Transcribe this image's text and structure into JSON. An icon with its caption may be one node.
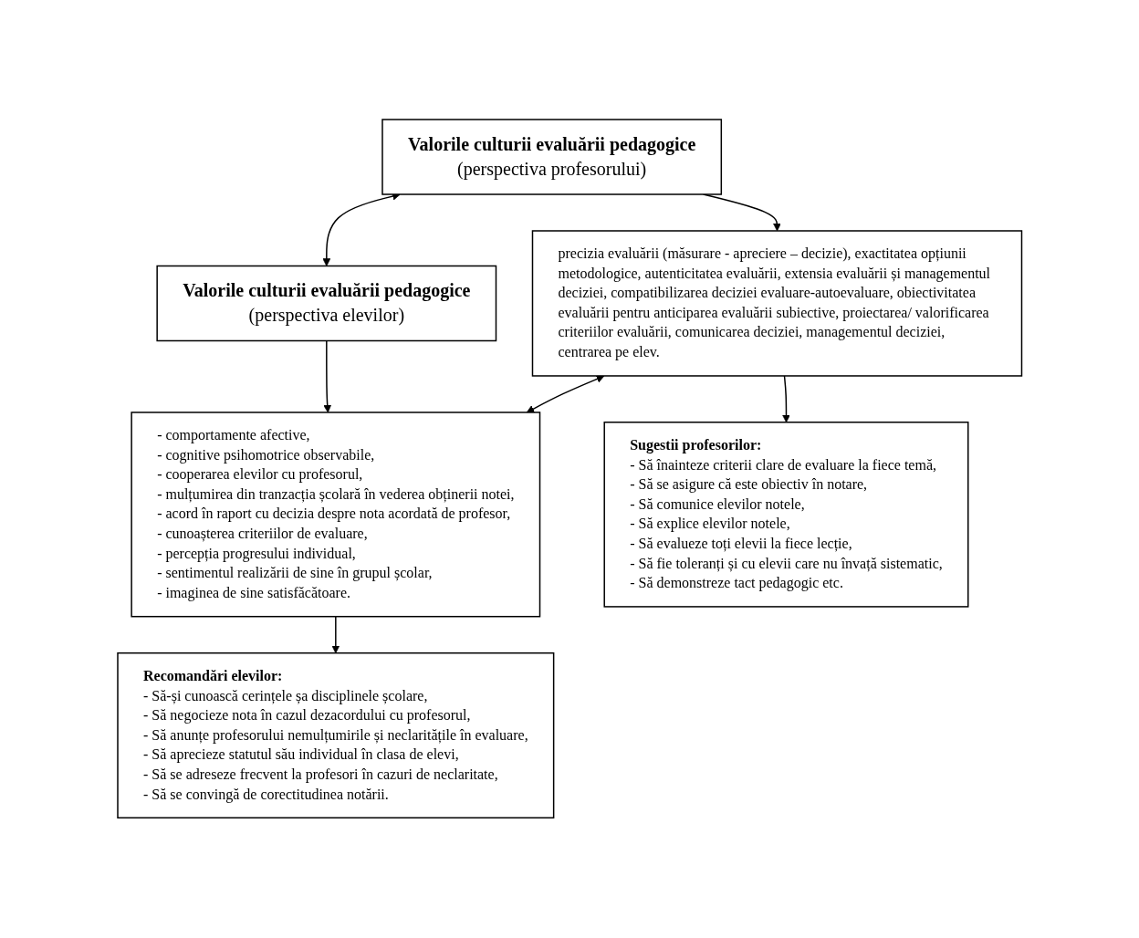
{
  "diagram": {
    "nodes": [
      {
        "text": [
          "Valorile culturii evaluării pedagogice",
          "(perspectiva profesorului)"
        ]
      },
      {
        "text": [
          "Valorile culturii evaluării pedagogice",
          "(perspectiva elevilor)"
        ]
      },
      {
        "text": [
          "precizia evaluării (măsurare - apreciere – decizie), exactitatea opțiunii metodologice, autenticitatea evaluării, extensia evaluării și managementul deciziei, compatibilizarea deciziei evaluare-autoevaluare, obiectivitatea evaluării pentru anticiparea evaluării subiective, proiectarea/ valorificarea criteriilor evaluării, comunicarea deciziei, managementul deciziei, centrarea pe elev."
        ]
      },
      {
        "text": [
          "- comportamente afective,",
          "- cognitive psihomotrice observabile,",
          "- cooperarea elevilor cu profesorul,",
          "- mulțumirea din tranzacția școlară în vederea obținerii notei,",
          "- acord în raport cu decizia despre nota acordată de profesor,",
          "- cunoașterea criteriilor de evaluare,",
          "- percepția progresului individual,",
          "- sentimentul realizării de sine în grupul școlar,",
          "- imaginea de sine satisfăcătoare."
        ]
      },
      {
        "text": [
          "Sugestii profesorilor:",
          "- Să înainteze criterii clare de evaluare la fiece temă,",
          "- Să se asigure că este obiectiv în notare,",
          "- Să comunice elevilor notele,",
          "- Să explice elevilor notele,",
          "- Să evalueze toți elevii la fiece lecție,",
          "- Să fie toleranți și cu elevii care nu învață sistematic,",
          "- Să demonstreze tact pedagogic etc."
        ]
      },
      {
        "text": [
          "Recomandări elevilor:",
          "- Să-și cunoască cerințele șa disciplinele școlare,",
          "- Să negocieze nota în cazul dezacordului cu profesorul,",
          "- Să anunțe profesorului nemulțumirile și neclaritățile în evaluare,",
          "- Să aprecieze statutul său individual în clasa de elevi,",
          "- Să se adreseze frecvent la profesori în cazuri de neclaritate,",
          "- Să se convingă de corectitudinea notării."
        ]
      }
    ],
    "edges": [
      {
        "from": 0,
        "to": 1,
        "arrow": "both"
      },
      {
        "from": 0,
        "to": 2,
        "arrow": "to"
      },
      {
        "from": 1,
        "to": 3,
        "arrow": "to"
      },
      {
        "from": 2,
        "to": 3,
        "arrow": "both"
      },
      {
        "from": 2,
        "to": 4,
        "arrow": "to"
      },
      {
        "from": 3,
        "to": 5,
        "arrow": "to"
      }
    ]
  }
}
